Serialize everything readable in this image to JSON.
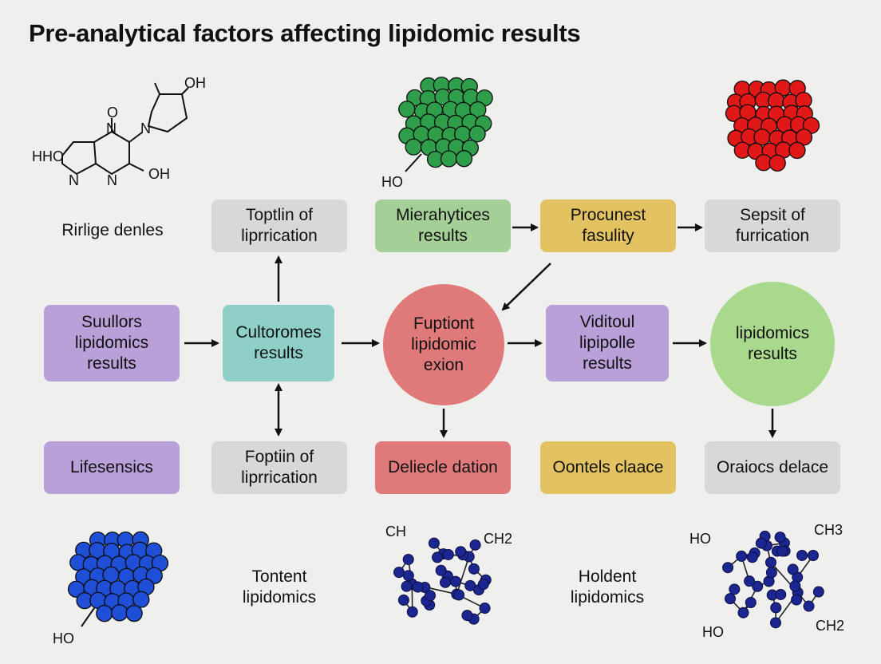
{
  "title": "Pre-analytical factors affecting lipidomic results",
  "labels": {
    "top_left_text": "Rirlige denles",
    "bottom_mid_left_text": "Tontent\nlipidomics",
    "bottom_mid_right_text": "Holdent\nlipidomics"
  },
  "row1": {
    "toptlin": "Toptlin of\nliprrication",
    "mierahytices": "Mierahytices\nresults",
    "procunest": "Procunest\nfasulity",
    "sepsit": "Sepsit of\nfurrication"
  },
  "row2": {
    "suullors": "Suullors\nlipidomics\nresults",
    "cultoromes": "Cultoromes\nresults",
    "fuptiont": "Fuptiont\nlipidomic\nexion",
    "viditoul": "Viditoul\nlipipolle\nresults",
    "lipidomics_results": "lipidomics\nresults"
  },
  "row3": {
    "lifesensics": "Lifesensics",
    "foptiin": "Foptiin of\nliprrication",
    "deliecle": "Deliecle dation",
    "oontels": "Oontels claace",
    "oraiocs": "Oraiocs delace"
  },
  "molecule_labels": {
    "oh_top": "OH",
    "o_top": "O",
    "n_a": "N",
    "n_b": "N",
    "n_c": "N",
    "hho": "HHO",
    "n_d": "N",
    "oh_right": "OH",
    "ho_green": "HO",
    "ho_blue": "HO",
    "ch_left": "CH",
    "ch2_mid": "CH2",
    "ho_right": "HO",
    "ch3_right": "CH3",
    "ch2_right": "CH2",
    "ho_right_bottom": "HO"
  },
  "colors": {
    "purple": "#b9a0d8",
    "grey": "#d8d8d8",
    "green": "#a4cf96",
    "yellow": "#e3c261",
    "teal": "#8ed0c8",
    "red": "#e07a7a",
    "light_green": "#a9d98c",
    "green_cluster": "#2e9e4a",
    "red_cluster": "#e01818",
    "blue_cluster": "#1f4fd6",
    "navy_network": "#1c2690"
  }
}
